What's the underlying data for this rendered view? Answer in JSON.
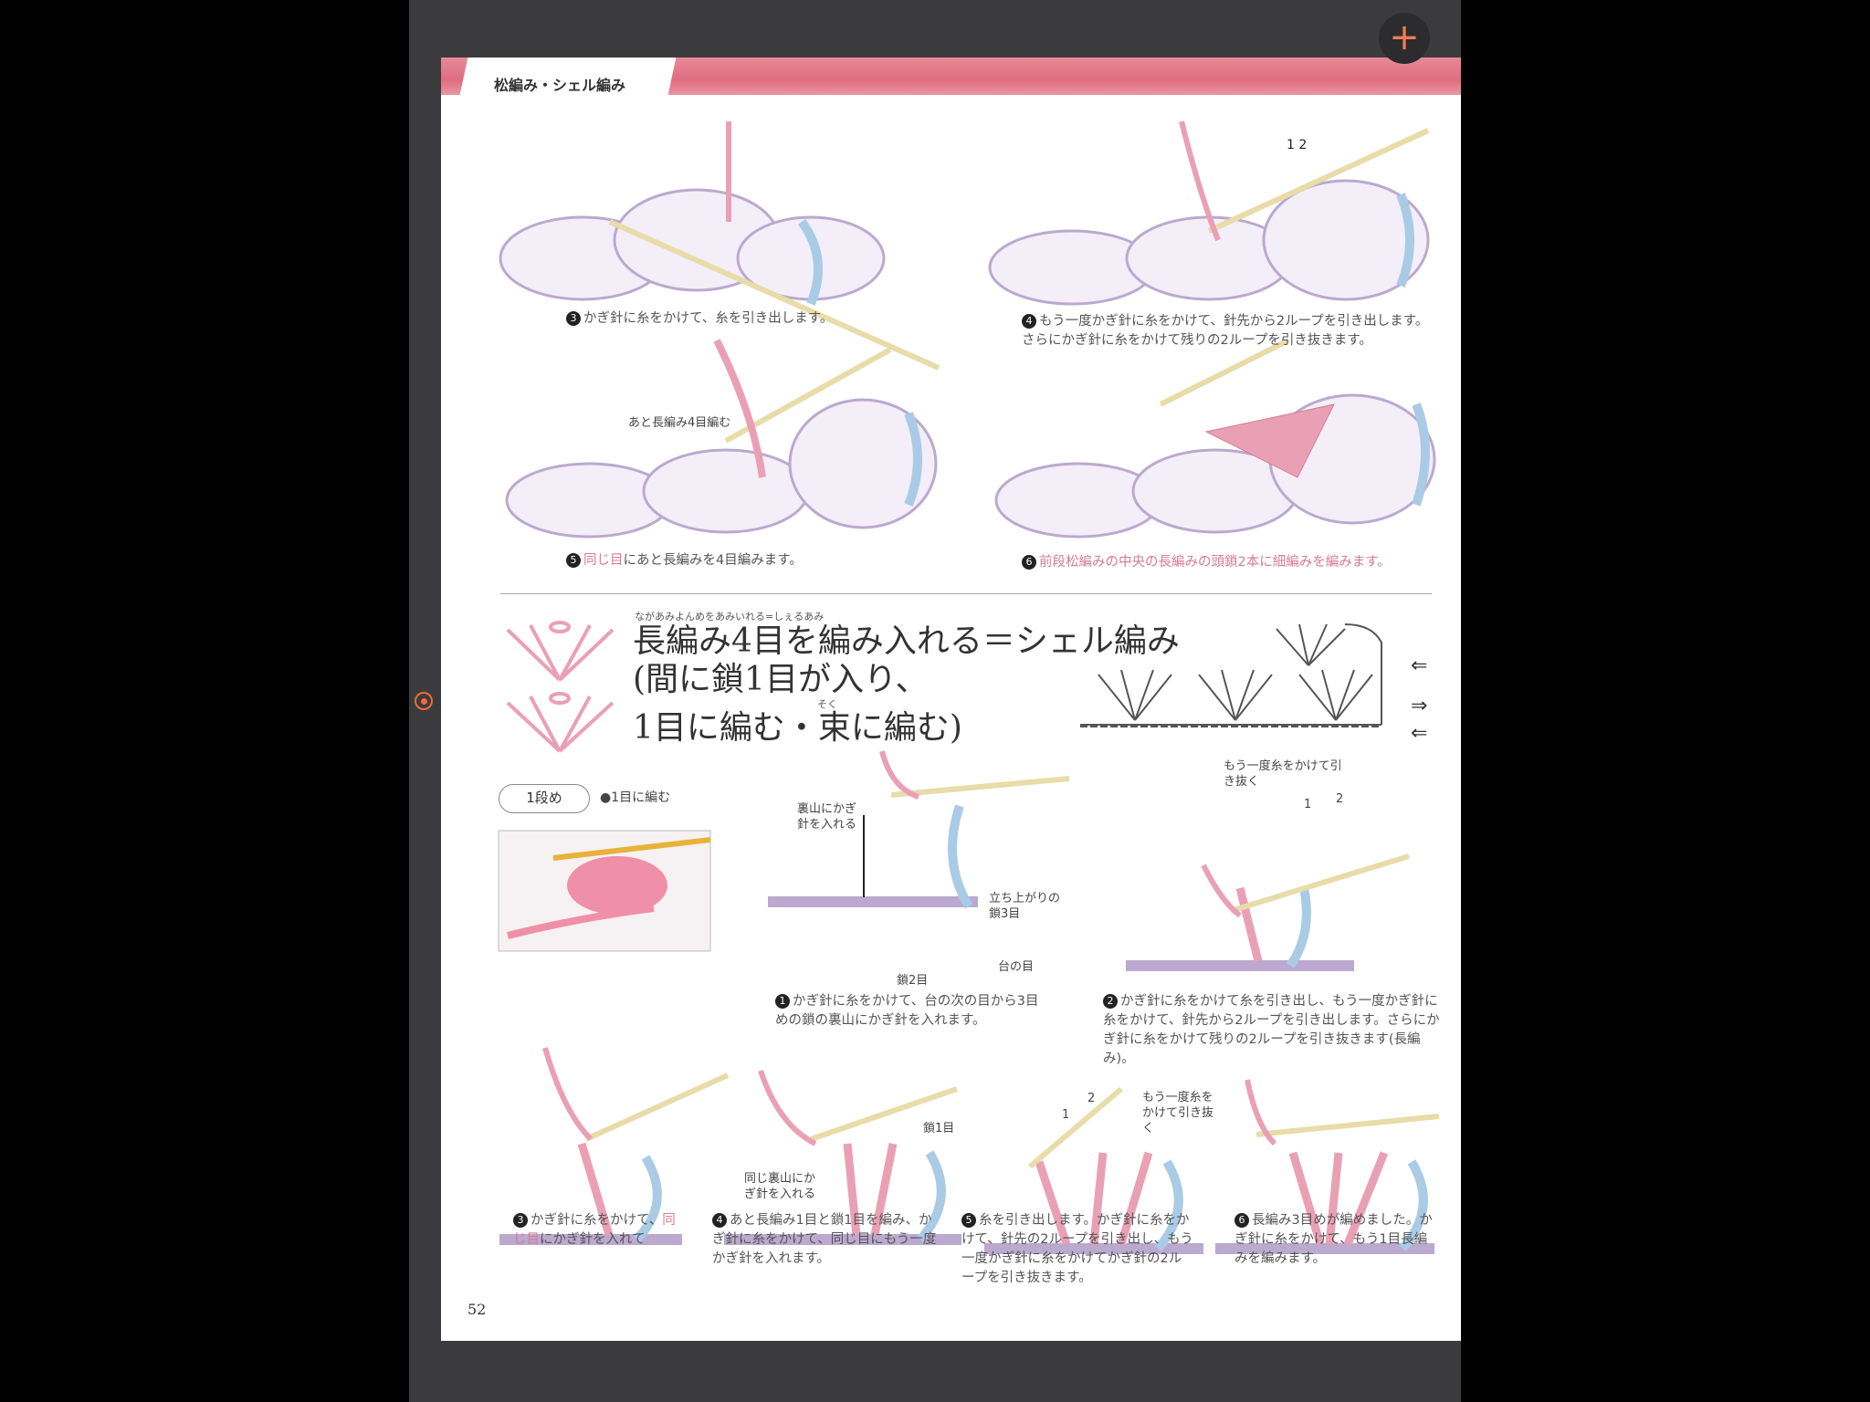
{
  "header": {
    "title": "松編み・シェル編み"
  },
  "top_steps": [
    {
      "num": "3",
      "text": "かぎ針に糸をかけて、糸を引き出します。"
    },
    {
      "num": "4",
      "text": "もう一度かぎ針に糸をかけて、針先から2ループを引き出します。さらにかぎ針に糸をかけて残りの2ループを引き抜きます。"
    },
    {
      "num": "5",
      "highlight": "同じ目",
      "text": "にあと長編みを4目編みます。",
      "label": "あと長編み4目編む"
    },
    {
      "num": "6",
      "text": "前段松編みの中央の長編みの頭鎖2本に細編みを編みます。"
    }
  ],
  "section": {
    "ruby": "ながあみよんめをあみいれる=しぇるあみ",
    "title_line1": "長編み4目を編み入れる＝シェル編み",
    "title_line2": "(間に鎖1目が入り、",
    "title_line3": "1目に編む・束に編む)",
    "ruby_small": "そく",
    "arrows": [
      "⇐",
      "⇒",
      "⇐"
    ]
  },
  "row_badge": "1段め",
  "row_note": "●1目に編む",
  "step1": {
    "num": "1",
    "text": "かぎ針に糸をかけて、台の次の目から3目めの鎖の裏山にかぎ針を入れます。",
    "labels": [
      "裏山にかぎ針を入れる",
      "立ち上がりの鎖3目",
      "台の目",
      "鎖2目"
    ]
  },
  "step2": {
    "num": "2",
    "text": "かぎ針に糸をかけて糸を引き出し、もう一度かぎ針に糸をかけて、針先から2ループを引き出します。さらにかぎ針に糸をかけて残りの2ループを引き抜きます(長編み)。",
    "labels": [
      "もう一度糸をかけて引き抜く",
      "1",
      "2"
    ]
  },
  "bottom_steps": [
    {
      "num": "3",
      "pre": "かぎ針に糸をかけて、",
      "highlight": "同じ目",
      "text": "にかぎ針を入れて"
    },
    {
      "num": "4",
      "text": "あと長編み1目と鎖1目を編み、かぎ針に糸をかけて、同じ目にもう一度かぎ針を入れます。",
      "labels": [
        "鎖1目",
        "同じ裏山にかぎ針を入れる"
      ]
    },
    {
      "num": "5",
      "text": "糸を引き出します。かぎ針に糸をかけて、針先の2ループを引き出し、もう一度かぎ針に糸をかけてかぎ針の2ループを引き抜きます。",
      "labels": [
        "もう一度糸をかけて引き抜く",
        "1",
        "2"
      ]
    },
    {
      "num": "6",
      "text": "長編み3目めが編めました。かぎ針に糸をかけて、もう1目長編みを編みます。"
    }
  ],
  "page_number": "52",
  "colors": {
    "accent": "#de6d80",
    "yarn_pink": "#eaa0b4",
    "yarn_lavender": "#d9cce6",
    "yarn_blue": "#a9cbe6"
  }
}
